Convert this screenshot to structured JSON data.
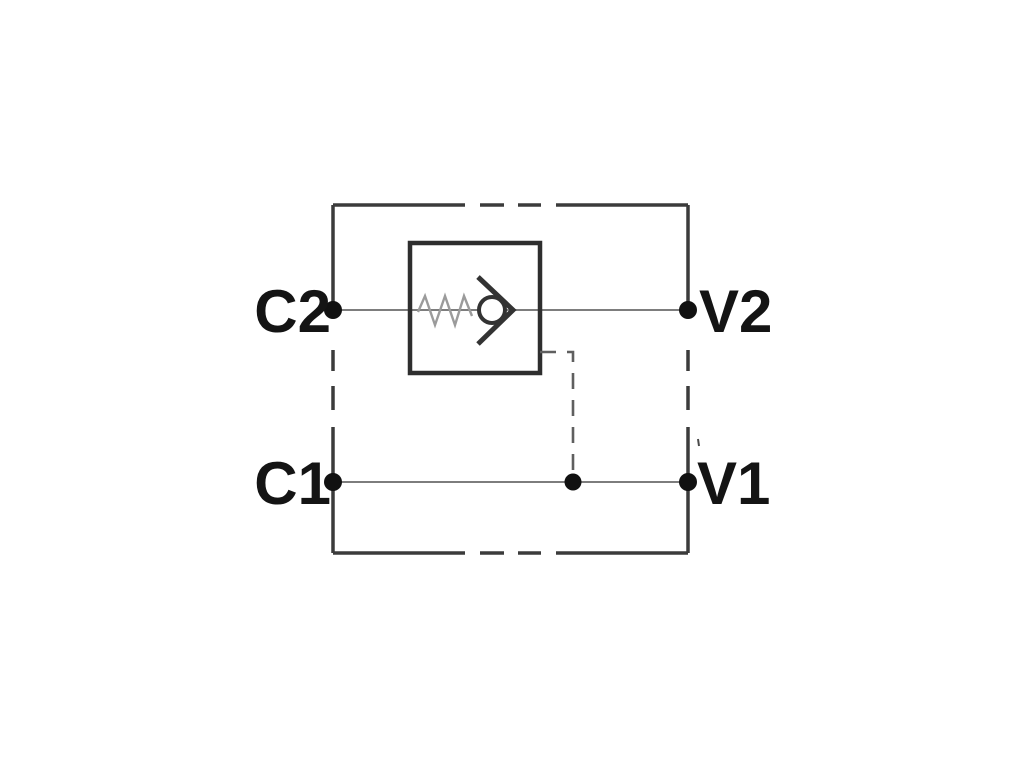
{
  "diagram": {
    "kind": "hydraulic-schematic-pilot-operated-check-valve",
    "ports": {
      "c2": "C2",
      "v2": "V2",
      "c1": "C1",
      "v1": "V1"
    },
    "colors": {
      "background": "#ffffff",
      "boundary_line": "#3b3b3b",
      "valve_outline": "#2e2e2e",
      "flow_line": "#7d7d7d",
      "spring": "#9b9b9b",
      "pilot_line": "#5f5f5f",
      "node_dot": "#111111",
      "label_text": "#141414"
    }
  }
}
